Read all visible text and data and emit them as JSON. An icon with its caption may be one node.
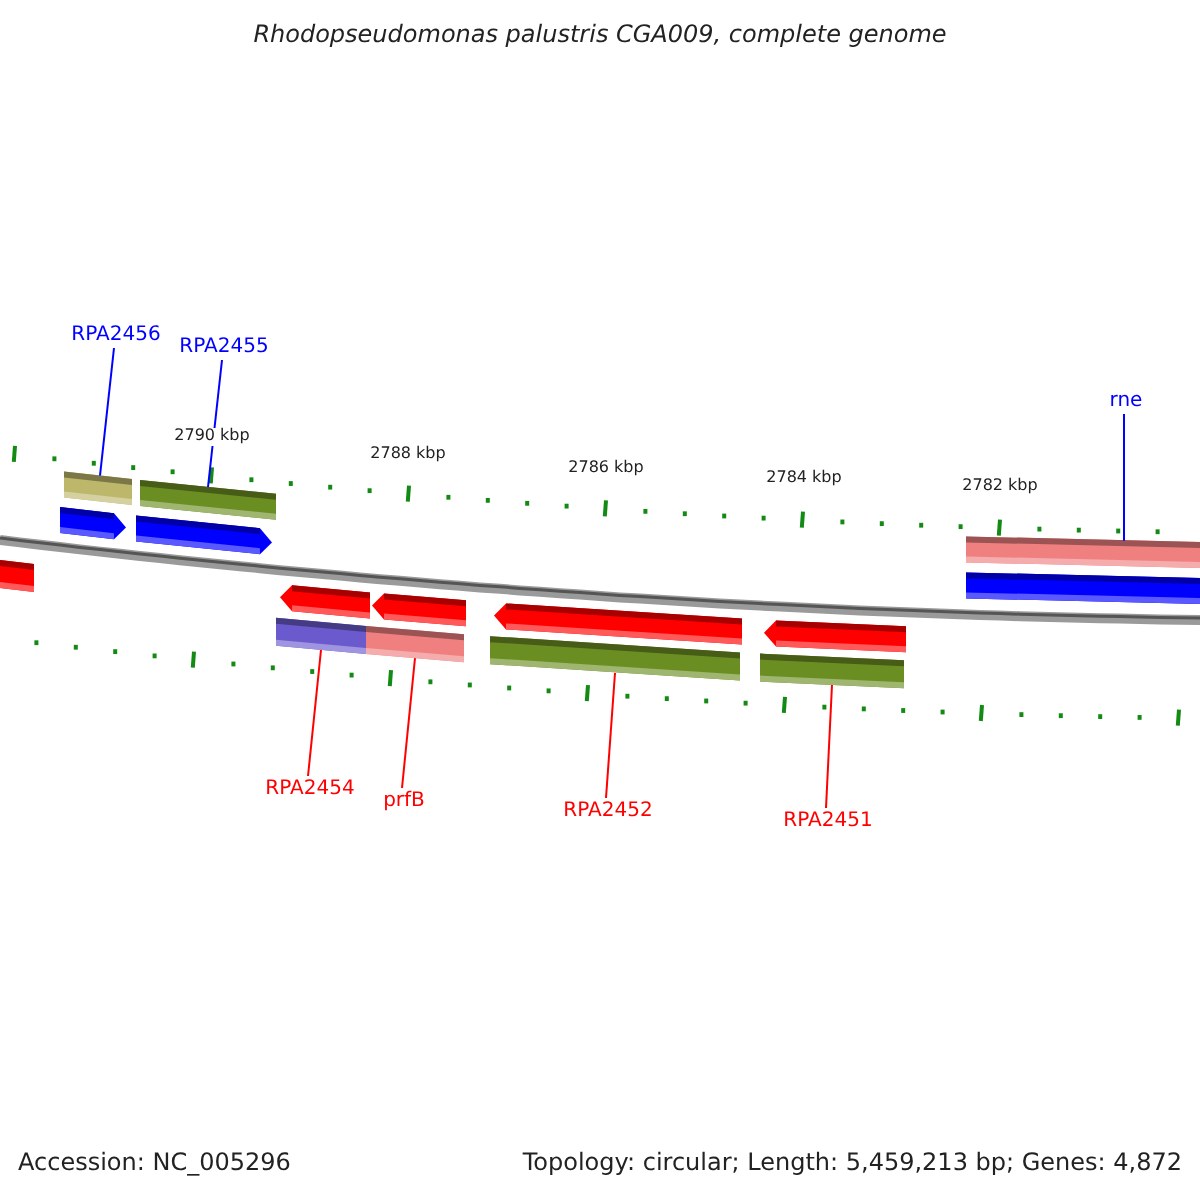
{
  "diagram": {
    "title": "Rhodopseudomonas palustris CGA009, complete genome",
    "nodes": [
      {
        "text": [
          "RPA2456"
        ]
      },
      {
        "text": [
          "RPA2455"
        ]
      },
      {
        "text": [
          "rne"
        ]
      },
      {
        "text": [],
        "shape": "bar"
      },
      {
        "text": [],
        "shape": "bar"
      },
      {
        "text": [],
        "shape": "bar"
      },
      {
        "text": [],
        "shape": "arrow"
      },
      {
        "text": [],
        "shape": "arrow"
      },
      {
        "text": [],
        "shape": "bar"
      },
      {
        "text": [],
        "shape": "bar"
      },
      {
        "text": [],
        "shape": "arrow"
      },
      {
        "text": [],
        "shape": "arrow"
      },
      {
        "text": [],
        "shape": "arrow"
      },
      {
        "text": [],
        "shape": "arrow"
      },
      {
        "text": [],
        "shape": "bar"
      },
      {
        "text": [],
        "shape": "bar"
      },
      {
        "text": [],
        "shape": "bar"
      },
      {
        "text": [],
        "shape": "bar"
      },
      {
        "text": [
          "RPA2454"
        ]
      },
      {
        "text": [
          "prfB"
        ]
      },
      {
        "text": [
          "RPA2452"
        ]
      },
      {
        "text": [
          "RPA2451"
        ]
      }
    ],
    "edges": [
      {
        "from": 0,
        "to": 3,
        "arrow": "none",
        "color": "#0000ff"
      },
      {
        "from": 1,
        "to": 4,
        "arrow": "none",
        "color": "#0000ff"
      },
      {
        "from": 2,
        "to": 5,
        "arrow": "none",
        "color": "#0000ff"
      },
      {
        "from": 18,
        "to": 14,
        "arrow": "none",
        "color": "#ff0000"
      },
      {
        "from": 19,
        "to": 15,
        "arrow": "none",
        "color": "#ff0000"
      },
      {
        "from": 20,
        "to": 16,
        "arrow": "none",
        "color": "#ff0000"
      },
      {
        "from": 21,
        "to": 17,
        "arrow": "none",
        "color": "#ff0000"
      }
    ],
    "labels": [
      "2790 kbp",
      "2788 kbp",
      "2786 kbp",
      "2784 kbp",
      "2782 kbp",
      "Accession: NC_005296",
      "Topology: circular; Length: 5,459,213 bp; Genes: 4,872"
    ]
  }
}
